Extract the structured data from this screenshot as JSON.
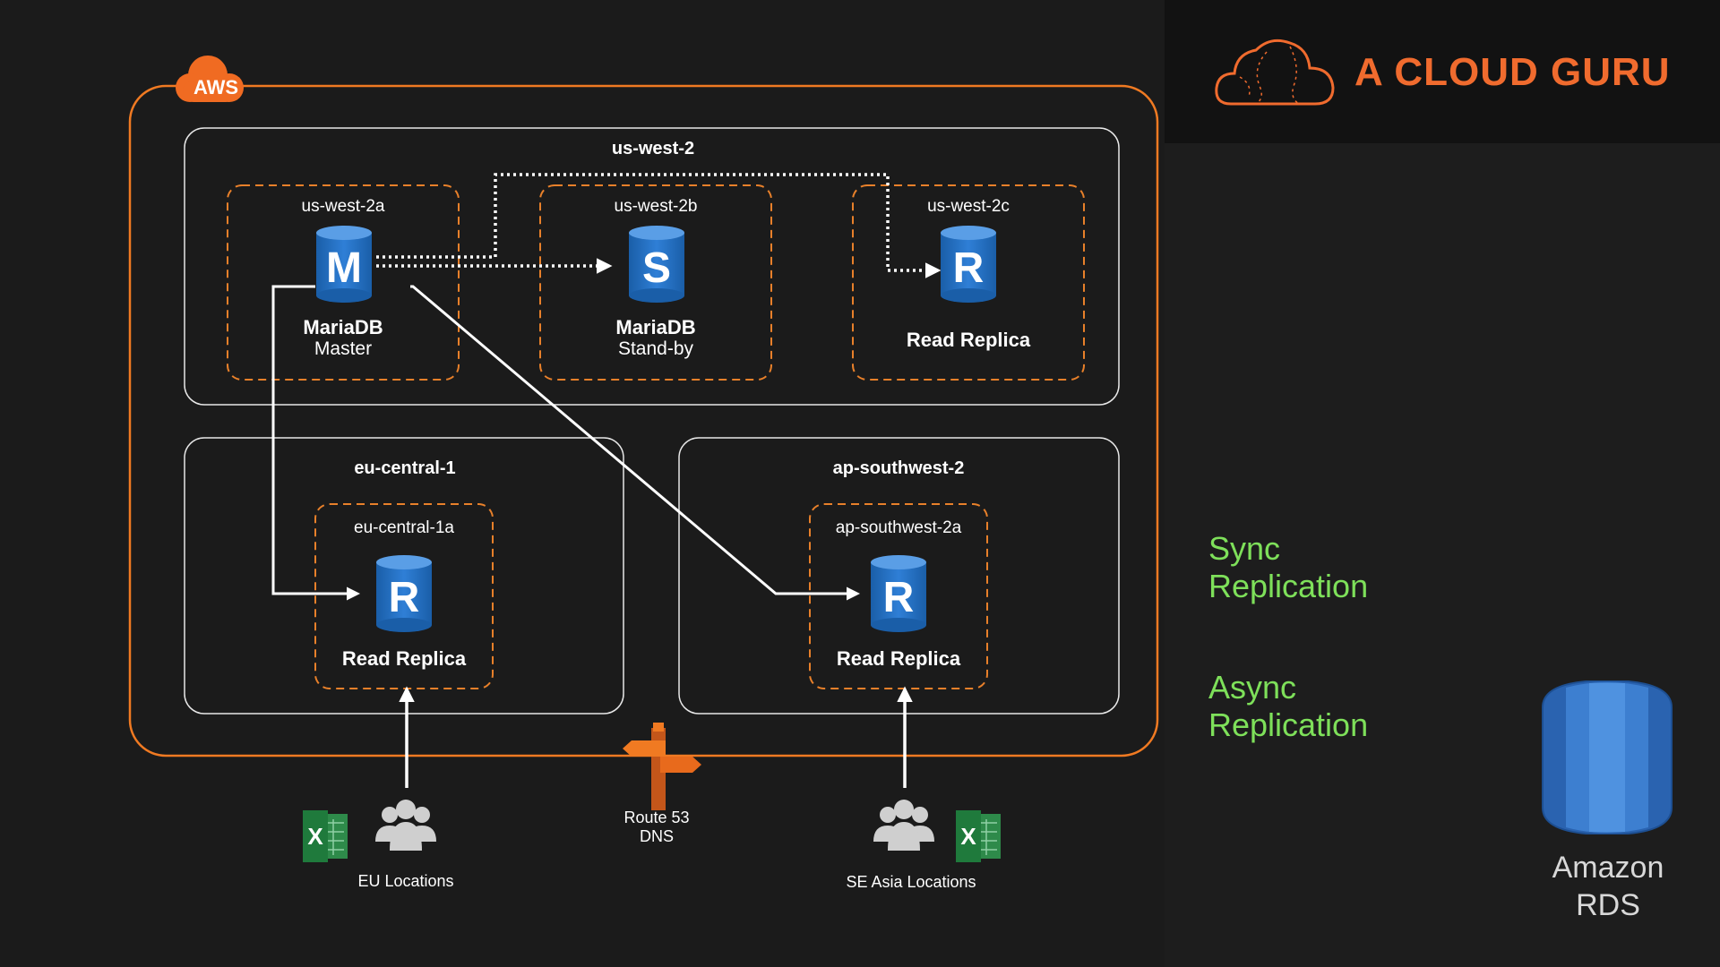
{
  "brand": {
    "name": "A CLOUD GURU",
    "accent": "#f06b2e"
  },
  "aws_badge": "AWS",
  "regions": {
    "us_west_2": {
      "title": "us-west-2",
      "az_a": "us-west-2a",
      "az_b": "us-west-2b",
      "az_c": "us-west-2c"
    },
    "eu_central_1": {
      "title": "eu-central-1",
      "az": "eu-central-1a"
    },
    "ap_southwest_2": {
      "title": "ap-southwest-2",
      "az": "ap-southwest-2a"
    }
  },
  "databases": {
    "master": {
      "letter": "M",
      "name": "MariaDB",
      "role": "Master"
    },
    "standby": {
      "letter": "S",
      "name": "MariaDB",
      "role": "Stand-by"
    },
    "replica_us": {
      "letter": "R",
      "name": "Read Replica"
    },
    "replica_eu": {
      "letter": "R",
      "name": "Read Replica"
    },
    "replica_ap": {
      "letter": "R",
      "name": "Read Replica"
    }
  },
  "route53": {
    "line1": "Route 53",
    "line2": "DNS"
  },
  "users": {
    "eu": "EU Locations",
    "se_asia": "SE Asia Locations"
  },
  "legend": {
    "sync": [
      "Sync",
      "Replication"
    ],
    "async": [
      "Async",
      "Replication"
    ],
    "color": "#7ee05a"
  },
  "rds": {
    "line1": "Amazon",
    "line2": "RDS"
  },
  "icons": [
    "cloud-logo-icon",
    "aws-cloud-icon",
    "database-cylinder-icon",
    "route53-icon",
    "users-icon",
    "excel-icon",
    "rds-icon"
  ]
}
